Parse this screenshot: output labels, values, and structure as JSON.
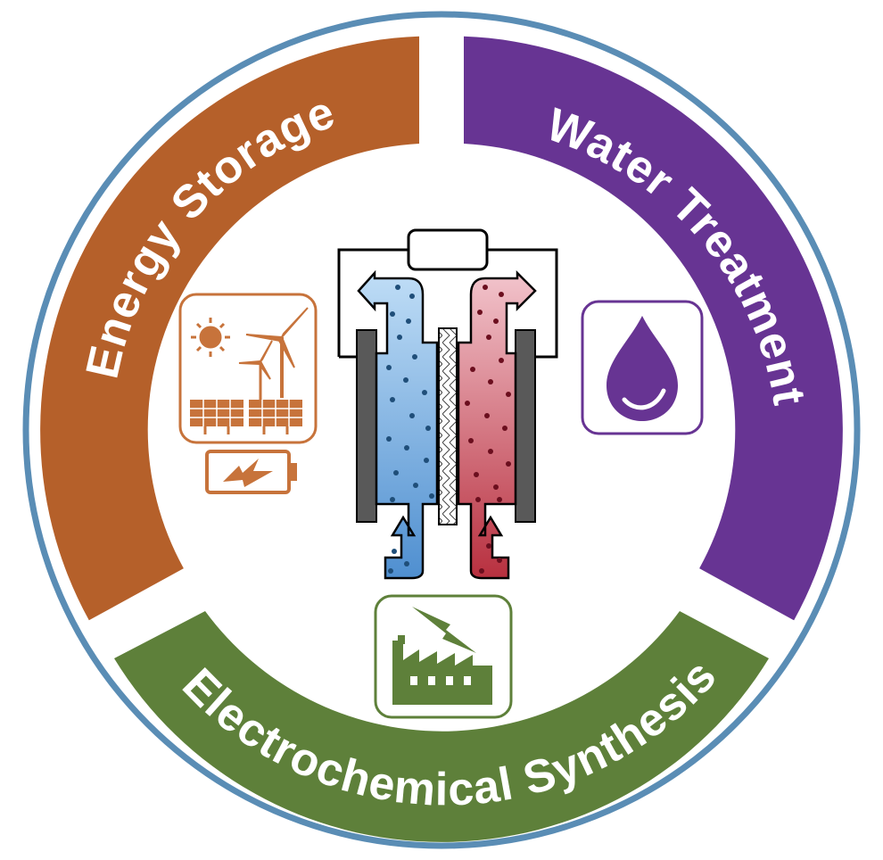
{
  "segments": {
    "energy_storage": {
      "label": "Energy Storage",
      "color": "#B5602A"
    },
    "water_treatment": {
      "label": "Water Treatment",
      "color": "#673493"
    },
    "electrochemical_synthesis": {
      "label": "Electrochemical Synthesis",
      "color": "#5E803A"
    }
  },
  "outer_ring_color": "#5A8DB5",
  "cell": {
    "left_stream_color": "#5A9AD6",
    "left_dot_color": "#1F4E79",
    "right_stream_color": "#C0394A",
    "right_dot_color": "#6B0E1E",
    "electrode_color": "#595959"
  },
  "icons": {
    "energy": "solar-wind-battery-icon",
    "water": "water-drop-icon",
    "synthesis": "factory-lightning-icon"
  }
}
